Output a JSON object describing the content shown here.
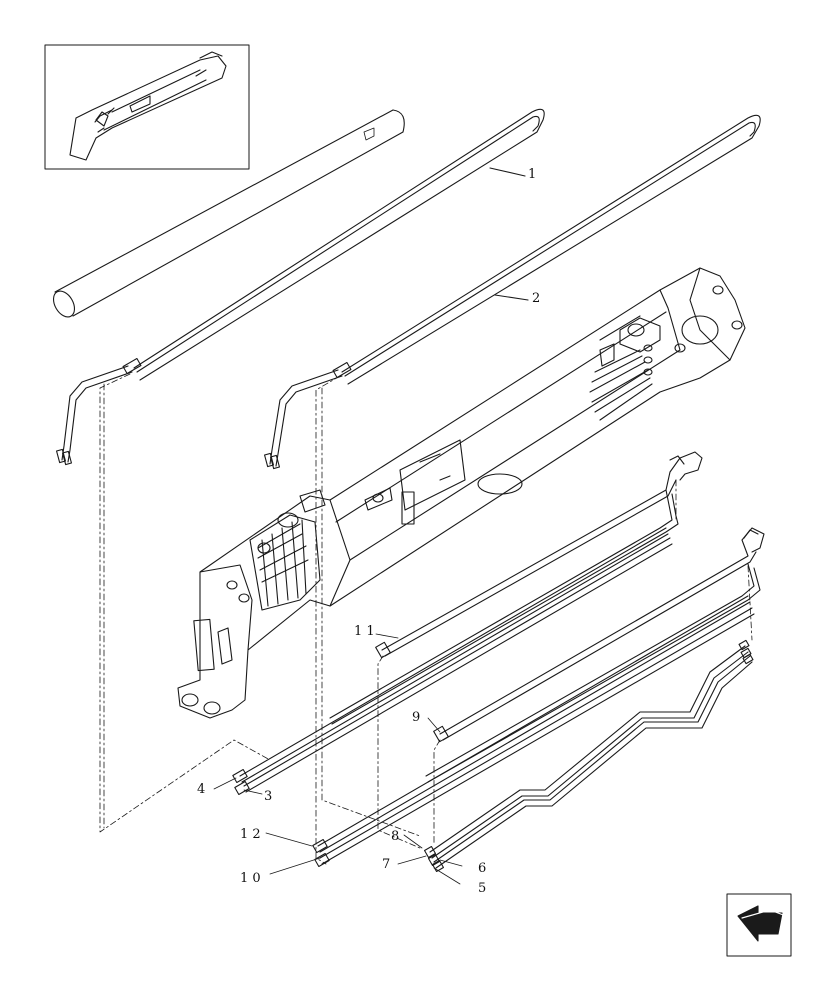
{
  "diagram": {
    "callouts": [
      {
        "id": "1",
        "label": "1"
      },
      {
        "id": "2",
        "label": "2"
      },
      {
        "id": "3",
        "label": "3"
      },
      {
        "id": "4",
        "label": "4"
      },
      {
        "id": "5",
        "label": "5"
      },
      {
        "id": "6",
        "label": "6"
      },
      {
        "id": "7",
        "label": "7"
      },
      {
        "id": "8",
        "label": "8"
      },
      {
        "id": "9",
        "label": "9"
      },
      {
        "id": "10",
        "label": "1 0"
      },
      {
        "id": "11",
        "label": "1 1"
      },
      {
        "id": "12",
        "label": "1 2"
      }
    ],
    "colors": {
      "line": "#1a1a1a",
      "background": "#ffffff",
      "arrow_fill": "#1a1a1a"
    },
    "icons": {
      "orientation": "view-direction-arrow-icon",
      "inset": "boom-location-inset-icon"
    }
  }
}
